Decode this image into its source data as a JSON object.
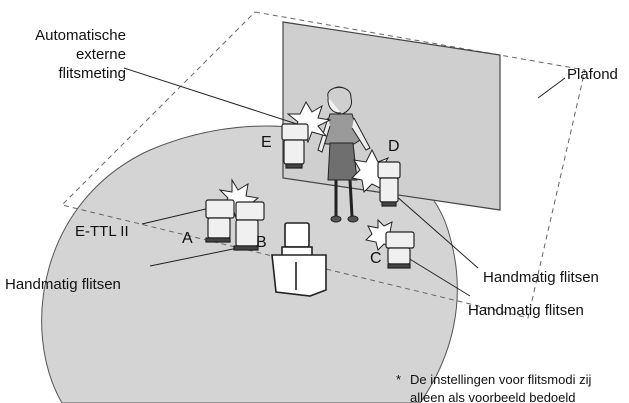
{
  "labels": {
    "auto_ext_line1": "Automatische",
    "auto_ext_line2": "externe",
    "auto_ext_line3": "flitsmeting",
    "plafond": "Plafond",
    "ettl": "E-TTL II",
    "handmatig_left": "Handmatig flitsen",
    "handmatig_right_1": "Handmatig flitsen",
    "handmatig_right_2": "Handmatig flitsen"
  },
  "units": {
    "a": "A",
    "b": "B",
    "c": "C",
    "d": "D",
    "e": "E"
  },
  "note": {
    "star": "*",
    "line1": "De instellingen voor flitsmodi zij",
    "line2": "alleen als voorbeeld bedoeld"
  }
}
